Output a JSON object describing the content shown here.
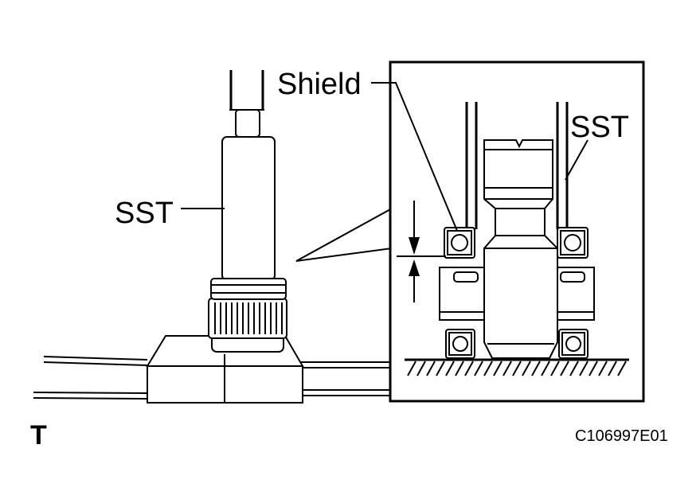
{
  "labels": {
    "shield": "Shield",
    "sst_main": "SST",
    "sst_detail": "SST",
    "corner": "T",
    "figure_code": "C106997E01"
  }
}
